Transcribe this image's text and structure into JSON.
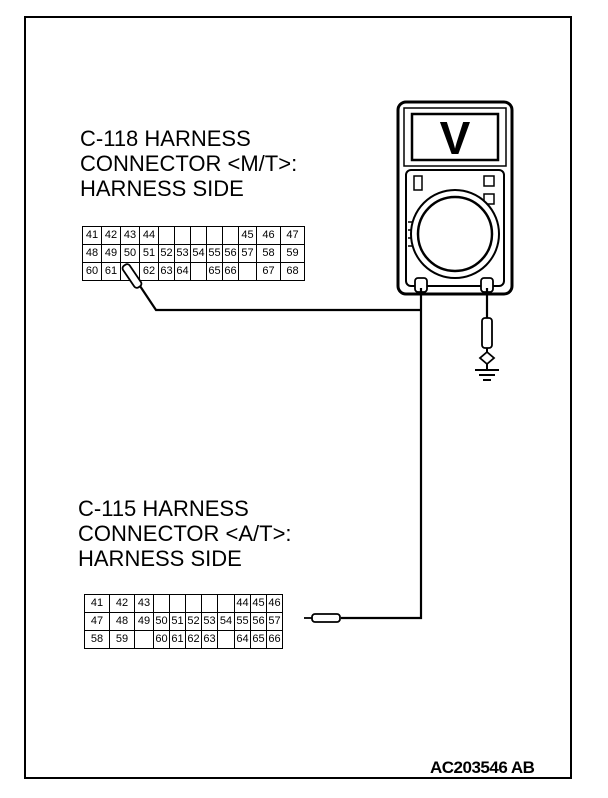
{
  "connector_top": {
    "label": "C-118 HARNESS\nCONNECTOR <M/T>:\nHARNESS SIDE",
    "rows": [
      [
        "41",
        "42",
        "43",
        "44",
        "",
        "",
        "",
        "",
        "",
        "45",
        "46",
        "47"
      ],
      [
        "48",
        "49",
        "50",
        "51",
        "52",
        "53",
        "54",
        "55",
        "56",
        "57",
        "58",
        "59"
      ],
      [
        "60",
        "61",
        "",
        "62",
        "63",
        "64",
        "",
        "65",
        "66",
        "",
        "67",
        "68"
      ]
    ]
  },
  "connector_bottom": {
    "label": "C-115 HARNESS\nCONNECTOR <A/T>:\nHARNESS SIDE",
    "rows": [
      [
        "41",
        "42",
        "43",
        "",
        "",
        "",
        "",
        "",
        "44",
        "45",
        "46"
      ],
      [
        "47",
        "48",
        "49",
        "50",
        "51",
        "52",
        "53",
        "54",
        "55",
        "56",
        "57"
      ],
      [
        "58",
        "59",
        "",
        "60",
        "61",
        "62",
        "63",
        "",
        "64",
        "65",
        "66"
      ]
    ]
  },
  "meter": {
    "display_symbol": "V"
  },
  "figure_ref": "AC203546 AB"
}
